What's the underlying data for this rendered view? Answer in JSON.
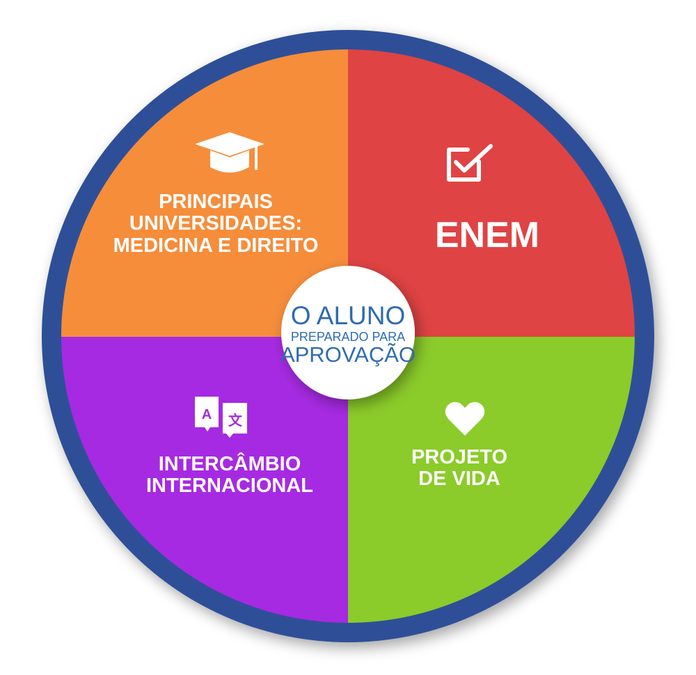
{
  "center": {
    "line1": "O ALUNO",
    "line2": "PREPARADO PARA",
    "line3": "APROVAÇÃO"
  },
  "quadrants": [
    {
      "id": "top-left",
      "icon": "graduation-cap-icon",
      "color": "#F58D3B",
      "lines": [
        "PRINCIPAIS",
        "UNIVERSIDADES:",
        "MEDICINA E DIREITO"
      ]
    },
    {
      "id": "top-right",
      "icon": "checkbox-icon",
      "color": "#E04343",
      "lines": [
        "ENEM"
      ]
    },
    {
      "id": "bottom-left",
      "icon": "translate-icon",
      "color": "#A62AE2",
      "lines": [
        "INTERCÂMBIO",
        "INTERNACIONAL"
      ]
    },
    {
      "id": "bottom-right",
      "icon": "heart-icon",
      "color": "#8BCB2A",
      "lines": [
        "PROJETO",
        "DE VIDA"
      ]
    }
  ],
  "colors": {
    "ring": "#2D4F98",
    "center_text": "#2E6BB0"
  }
}
